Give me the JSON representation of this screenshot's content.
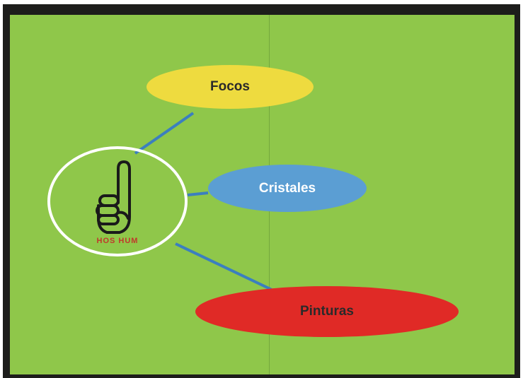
{
  "diagram": {
    "hub": {
      "icon": "pointing-up-hand-icon",
      "caption": "HOS HUM"
    },
    "nodes": [
      {
        "id": "focos",
        "label": "Focos",
        "color": "#eedb3f"
      },
      {
        "id": "cristales",
        "label": "Cristales",
        "color": "#5b9ed3"
      },
      {
        "id": "pinturas",
        "label": "Pinturas",
        "color": "#e02a26"
      }
    ],
    "colors": {
      "background": "#8fc74a",
      "frame": "#1d1d1b",
      "connector": "#3b7fbf",
      "hub_ring": "#ffffff"
    }
  }
}
